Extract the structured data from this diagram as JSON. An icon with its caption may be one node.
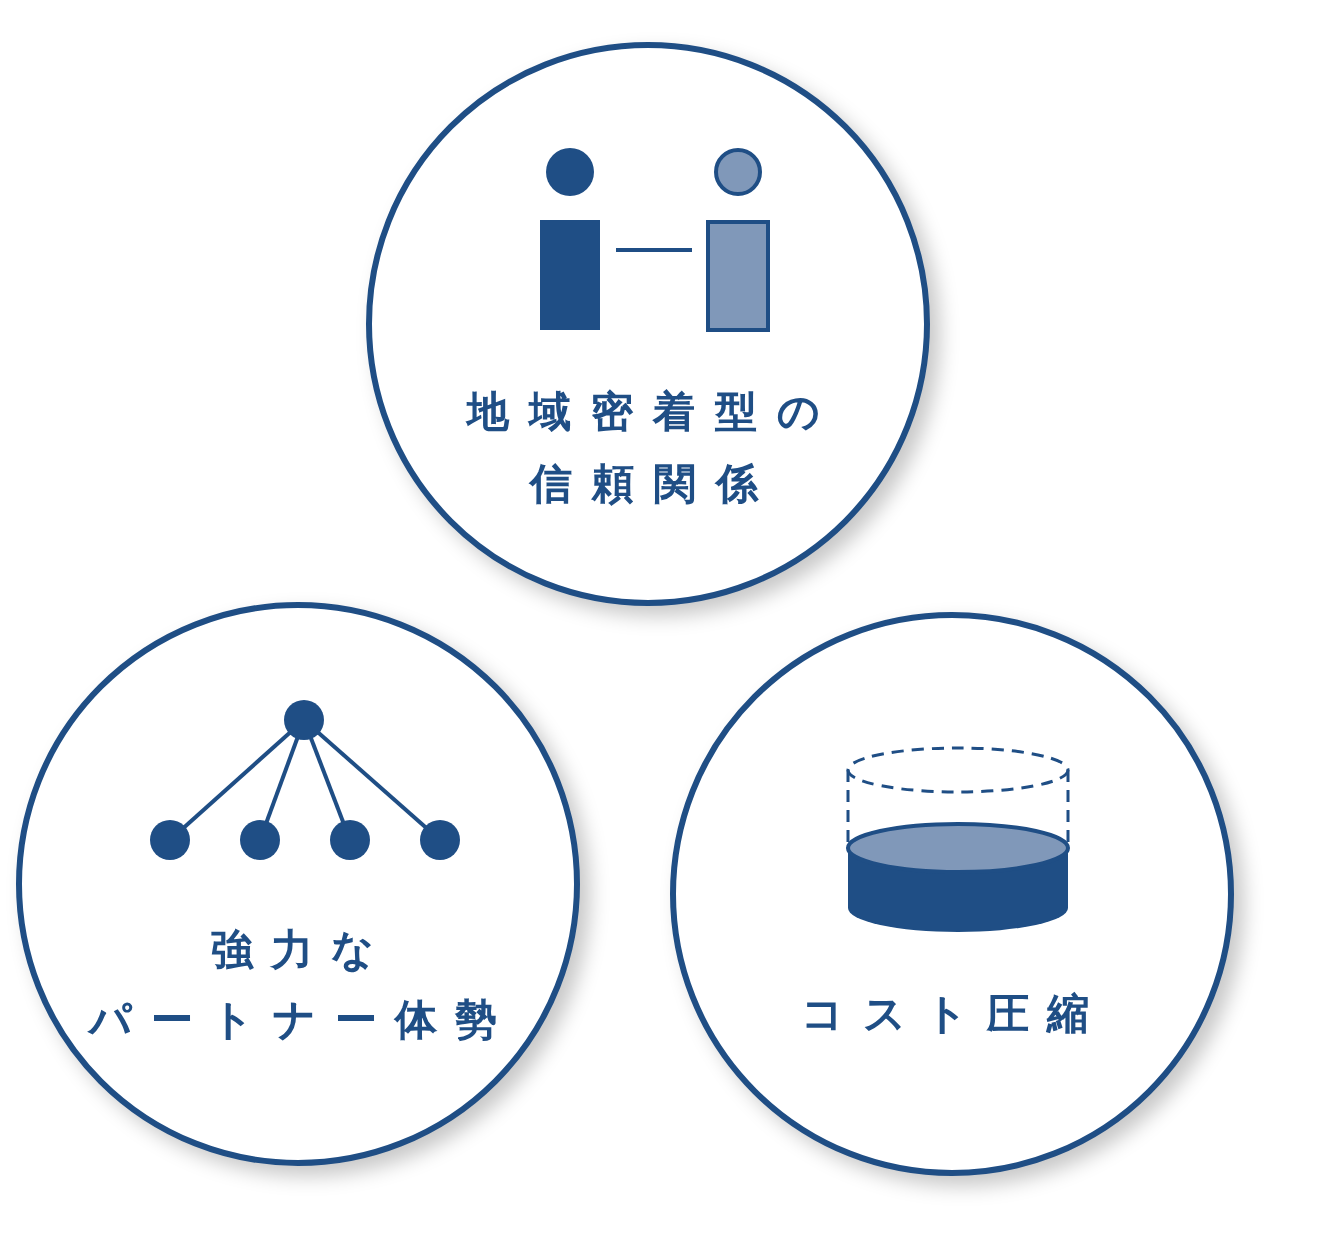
{
  "diagram": {
    "nodes": [
      {
        "text": [
          "地域密着型の信頼関係"
        ]
      },
      {
        "text": [
          "強力なパートナー体勢"
        ]
      },
      {
        "text": [
          "コスト圧縮"
        ]
      }
    ]
  }
}
